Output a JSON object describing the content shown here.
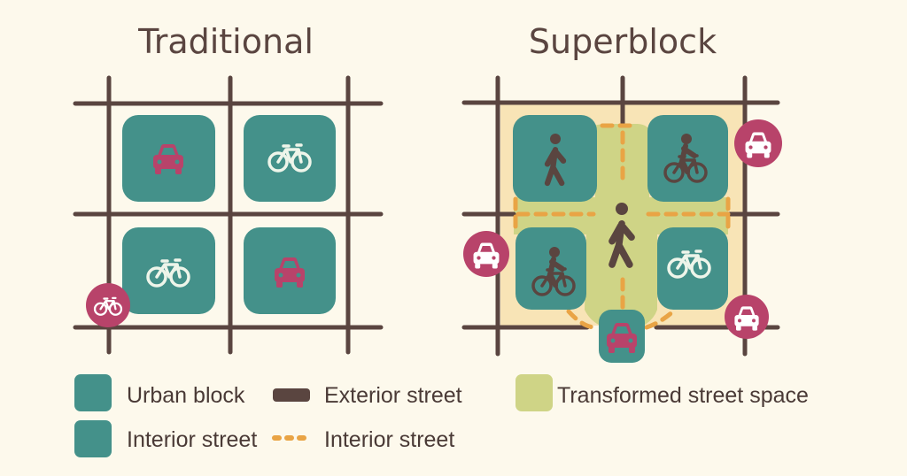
{
  "titles": {
    "traditional": "Traditional",
    "superblock": "Superblock"
  },
  "legend": {
    "urban_block": "Urban block",
    "exterior_street": "Exterior street",
    "transformed": "Transformed street space",
    "interior_street_block": "Interior street",
    "interior_street_dashed": "Interior street"
  },
  "colors": {
    "background": "#fdf9ec",
    "street": "#5a4540",
    "block": "#44918a",
    "vehicle": "#b8436a",
    "superblock_area": "#f8e4b6",
    "transformed": "#cfd486",
    "interior_dash": "#e9a445"
  }
}
